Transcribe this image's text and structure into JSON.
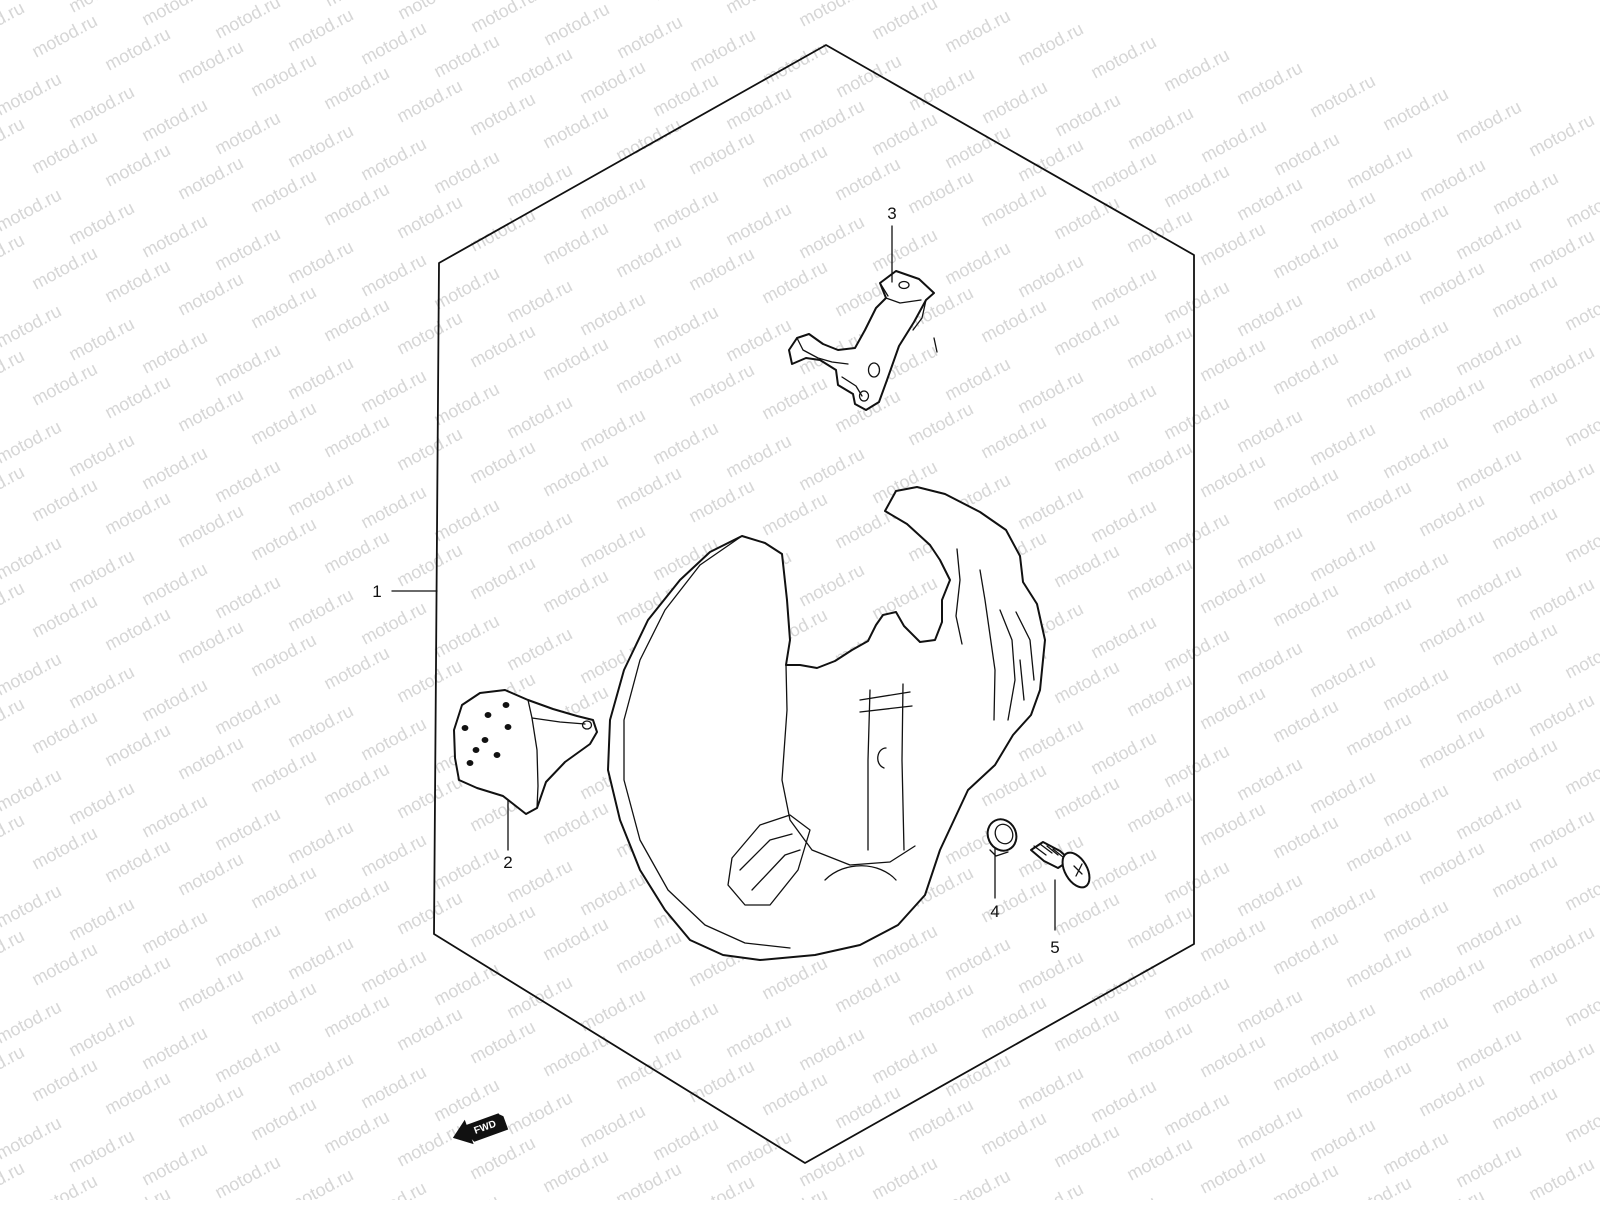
{
  "watermark": {
    "text": "motod.ru",
    "color": "#d6d6d6"
  },
  "callouts": [
    {
      "id": "1",
      "label": "1"
    },
    {
      "id": "2",
      "label": "2"
    },
    {
      "id": "3",
      "label": "3"
    },
    {
      "id": "4",
      "label": "4"
    },
    {
      "id": "5",
      "label": "5"
    }
  ],
  "fwd_arrow": {
    "label": "FWD"
  },
  "colors": {
    "line": "#111111",
    "background": "#ffffff"
  }
}
